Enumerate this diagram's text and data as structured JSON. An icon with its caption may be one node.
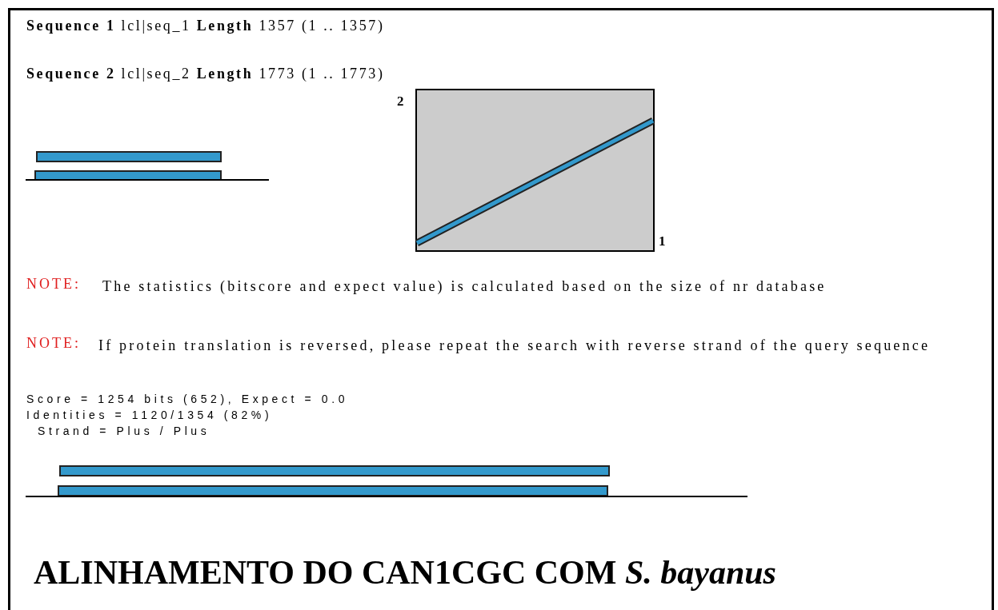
{
  "diagram": {
    "caption": "ALINHAMENTO DO CAN1CGC COM *S. bayanus*",
    "labels": [
      "**Sequence 1** lcl|seq_1 **Length** 1357 (1 .. 1357)",
      "**Sequence 2** lcl|seq_2 **Length** 1773 (1 .. 1773)",
      "2",
      "1",
      "NOTE:",
      "The statistics (bitscore and expect value) is calculated based on the size of nr database",
      "NOTE:",
      "If protein translation is reversed, please repeat the search with reverse strand of the query sequence",
      "Score = 1254 bits (652), Expect = 0.0",
      "Identities = 1120/1354 (82%)",
      "Strand = Plus / Plus"
    ]
  }
}
